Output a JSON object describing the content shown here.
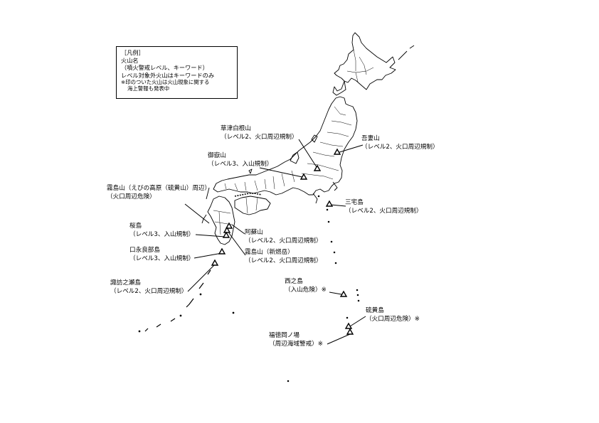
{
  "legend": {
    "title": "［凡例］",
    "line1": "火山名",
    "line2": "（噴火警戒レベル、キーワード）",
    "line3": "レベル対象外火山はキーワードのみ",
    "note1": "※印のついた火山は火山現象に関する",
    "note2": "海上警報も発表中"
  },
  "volcanoes": [
    {
      "id": "kusatsu-shirane",
      "name": "草津白根山",
      "status": "（レベル2、火口周辺規制）",
      "level": 2,
      "marine_warning": false
    },
    {
      "id": "azumayama",
      "name": "吾妻山",
      "status": "（レベル2、火口周辺規制）",
      "level": 2,
      "marine_warning": false
    },
    {
      "id": "ontakesan",
      "name": "御嶽山",
      "status": "（レベル3、入山規制）",
      "level": 3,
      "marine_warning": false
    },
    {
      "id": "kirishima-ebino",
      "name": "霧島山（えびの高原（硫黄山）周辺）",
      "status": "（火口周辺危険）",
      "level": null,
      "marine_warning": false
    },
    {
      "id": "miyakejima",
      "name": "三宅島",
      "status": "（レベル2、火口周辺規制）",
      "level": 2,
      "marine_warning": false
    },
    {
      "id": "sakurajima",
      "name": "桜島",
      "status": "（レベル3、入山規制）",
      "level": 3,
      "marine_warning": false
    },
    {
      "id": "asosan",
      "name": "阿蘇山",
      "status": "（レベル2、火口周辺規制）",
      "level": 2,
      "marine_warning": false
    },
    {
      "id": "kuchinoerabujima",
      "name": "口永良部島",
      "status": "（レベル3、入山規制）",
      "level": 3,
      "marine_warning": false
    },
    {
      "id": "kirishima-shinmoedake",
      "name": "霧島山（新燃岳）",
      "status": "（レベル2、火口周辺規制）",
      "level": 2,
      "marine_warning": false
    },
    {
      "id": "suwanosejima",
      "name": "諏訪之瀬島",
      "status": "（レベル2、火口周辺規制）",
      "level": 2,
      "marine_warning": false
    },
    {
      "id": "nishinoshima",
      "name": "西之島",
      "status": "（入山危険）※",
      "level": null,
      "marine_warning": true
    },
    {
      "id": "iwoto",
      "name": "硫黄島",
      "status": "（火口周辺危険）※",
      "level": null,
      "marine_warning": true
    },
    {
      "id": "fukutoku-okanoba",
      "name": "福徳岡ノ場",
      "status": "（周辺海域警戒）※",
      "level": null,
      "marine_warning": true
    }
  ],
  "icons": {
    "volcano_marker": "triangle-outline"
  },
  "colors": {
    "outline": "#000000",
    "background": "#ffffff"
  }
}
